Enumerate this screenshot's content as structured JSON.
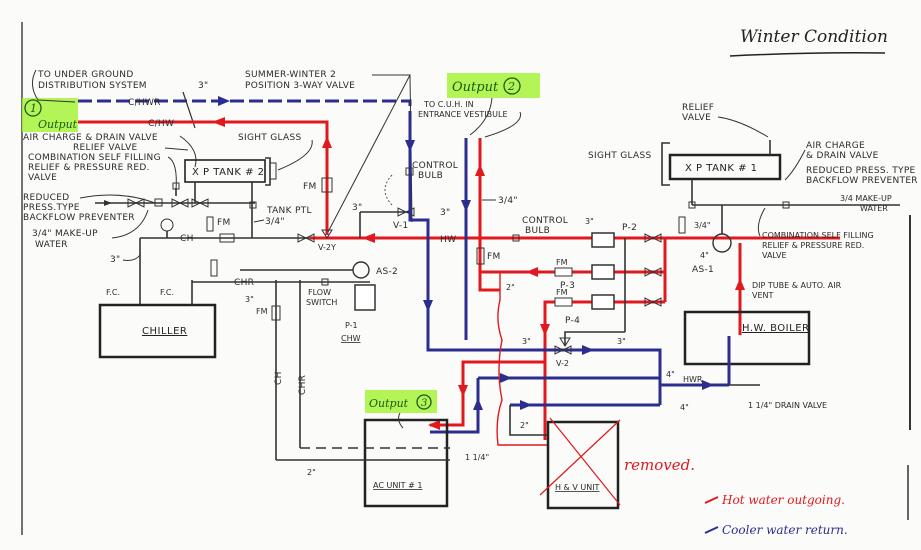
{
  "title": "Winter Condition",
  "outputs": {
    "output1": "Output",
    "output1_num": "1",
    "output2": "Output",
    "output2_num": "2",
    "output3": "Output",
    "output3_num": "3"
  },
  "colors": {
    "hot": "#e0191e",
    "cool": "#2b2d8f",
    "highlight": "#a6f23a",
    "ink": "#222222"
  },
  "labels": {
    "to_underground": "TO UNDER GROUND",
    "distribution_system": "DISTRIBUTION SYSTEM",
    "chwr": "C/HWR",
    "chw": "C/HW",
    "size_3in_top": "3\"",
    "summer_winter_1": "SUMMER-WINTER 2",
    "summer_winter_2": "POSITION 3-WAY VALVE",
    "air_charge_drain_left": "AIR CHARGE & DRAIN VALVE",
    "relief_valve_left": "RELIEF VALVE",
    "combo_left_1": "COMBINATION SELF FILLING",
    "combo_left_2": "RELIEF & PRESSURE RED.",
    "combo_left_3": "VALVE",
    "reduced_left_1": "REDUCED",
    "reduced_left_2": "PRESS.TYPE",
    "reduced_left_3": "BACKFLOW PREVENTER",
    "makeup_left_1": "3/4\" MAKE-UP",
    "makeup_left_2": "WATER",
    "sight_glass_left": "SIGHT GLASS",
    "xp_tank_2": "X P TANK # 2",
    "tank_ptl": "TANK PTL",
    "size_34_tank": "3/4\"",
    "fm": "FM",
    "control_bulb_1": "CONTROL",
    "control_bulb_2": "BULB",
    "v1": "V-1",
    "v2y": "V-2Y",
    "hw": "HW",
    "size_3in_v1": "3\"",
    "size_3in_v1b": "3\"",
    "to_cuh_1": "TO C.U.H. IN",
    "to_cuh_2": "ENTRANCE VESTIBULE",
    "size_34_cuh": "3/4\"",
    "ch": "CH",
    "chr": "CHR",
    "size_3in_left": "3\"",
    "size_3in_chr": "3\"",
    "fc1": "F.C.",
    "fc2": "F.C.",
    "chiller": "CHILLER",
    "as2": "AS-2",
    "flow_switch_1": "FLOW",
    "flow_switch_2": "SWITCH",
    "p1": "P-1",
    "chw_pump": "CHW",
    "relief_valve_right_1": "RELIEF",
    "relief_valve_right_2": "VALVE",
    "sight_glass_right": "SIGHT GLASS",
    "xp_tank_1": "X P TANK # 1",
    "air_charge_right_1": "AIR CHARGE",
    "air_charge_right_2": "& DRAIN VALVE",
    "reduced_right_1": "REDUCED PRESS. TYPE",
    "reduced_right_2": "BACKFLOW PREVENTER",
    "makeup_right_1": "3/4 MAKE-UP",
    "makeup_right_2": "WATER",
    "combo_right_1": "COMBINATION SELF FILLING",
    "combo_right_2": "RELIEF & PRESSURE RED.",
    "combo_right_3": "VALVE",
    "dip_tube_1": "DIP TUBE & AUTO. AIR",
    "dip_tube_2": "VENT",
    "p2": "P-2",
    "p3": "P-3",
    "p4": "P-4",
    "as1": "AS-1",
    "size_34_as1": "3/4\"",
    "size_4in_as1": "4\"",
    "size_3in_p2": "3\"",
    "hw_boiler": "H.W. BOILER",
    "size_2in_mid": "2\"",
    "v2": "V-2",
    "size_3in_v2a": "3\"",
    "size_3in_v2b": "3\"",
    "size_4in_a": "4\"",
    "size_4in_b": "4\"",
    "hwr": "HWR",
    "drain_valve": "1 1/4\" DRAIN VALVE",
    "ac_unit": "AC UNIT # 1",
    "size_114": "1 1/4\"",
    "size_2in_ac": "2\"",
    "size_2in_hv": "2\"",
    "hv_unit": "H & V UNIT",
    "removed": "removed."
  },
  "legend": {
    "hot": "Hot water outgoing.",
    "cool": "Cooler water return."
  }
}
